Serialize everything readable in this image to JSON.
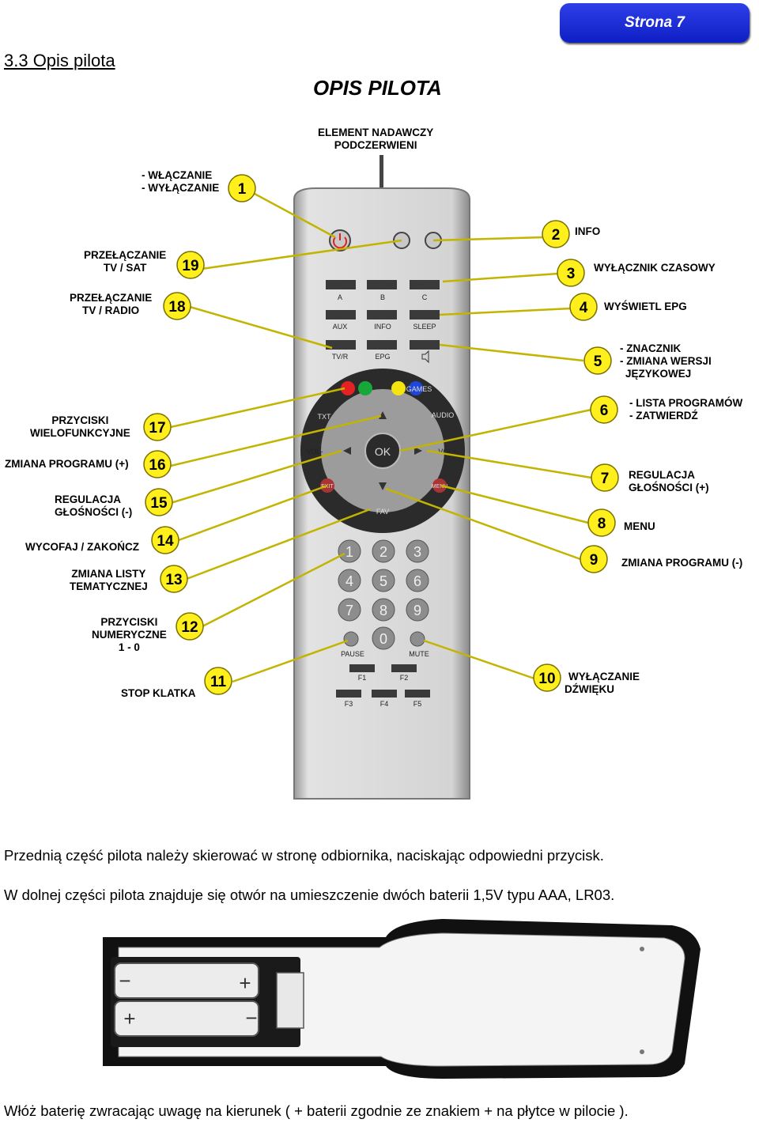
{
  "header": {
    "page": "Strona 7",
    "section": "3.3 Opis pilota",
    "title": "OPIS PILOTA"
  },
  "colors": {
    "badge": "#1a2ad8",
    "callout_fill": "#ffef1c",
    "lead": "#c2b400",
    "remote_body": "#d6d6d6",
    "dial": "#2b2b2b"
  },
  "labels": {
    "ir": [
      "ELEMENT NADAWCZY",
      "PODCZERWIENI"
    ],
    "power": [
      "- WŁĄCZANIE",
      "- WYŁĄCZANIE"
    ],
    "tvsat": [
      "PRZEŁĄCZANIE",
      "TV / SAT"
    ],
    "tvradio": [
      "PRZEŁĄCZANIE",
      "TV / RADIO"
    ],
    "multi": [
      "PRZYCISKI",
      "WIELOFUNKCYJNE"
    ],
    "progup": "ZMIANA PROGRAMU (+)",
    "voldown": [
      "REGULACJA",
      "GŁOŚNOŚCI (-)"
    ],
    "exit": "WYCOFAJ / ZAKOŃCZ",
    "theme": [
      "ZMIANA LISTY",
      "TEMATYCZNEJ"
    ],
    "numeric": [
      "PRZYCISKI",
      "NUMERYCZNE",
      "1 - 0"
    ],
    "stop": "STOP KLATKA",
    "info": "INFO",
    "sleep": "WYŁĄCZNIK CZASOWY",
    "epg": "WYŚWIETL EPG",
    "marker": [
      "- ZNACZNIK",
      "- ZMIANA WERSJI",
      "JĘZYKOWEJ"
    ],
    "list": [
      "- LISTA PROGRAMÓW",
      "- ZATWIERDŹ"
    ],
    "volup": [
      "REGULACJA",
      "GŁOŚNOŚCI (+)"
    ],
    "menu": "MENU",
    "progdown": "ZMIANA PROGRAMU (-)",
    "mute": [
      "WYŁĄCZANIE",
      "DŹWIĘKU"
    ]
  },
  "callouts": [
    "1",
    "2",
    "3",
    "4",
    "5",
    "6",
    "7",
    "8",
    "9",
    "10",
    "11",
    "12",
    "13",
    "14",
    "15",
    "16",
    "17",
    "18",
    "19"
  ],
  "remote": {
    "row_abc": [
      "A",
      "B",
      "C"
    ],
    "row_aux": [
      "AUX",
      "INFO",
      "SLEEP"
    ],
    "row_tv": [
      "TV/R",
      "EPG"
    ],
    "games": "GAMES",
    "txt": "TXT",
    "audio": "AUDIO",
    "volminus": "VOL-",
    "volplus": "VOL+",
    "ok": "OK",
    "exit": "EXIT",
    "menu": "MENU",
    "fav": "FAV",
    "keys": [
      "1",
      "2",
      "3",
      "4",
      "5",
      "6",
      "7",
      "8",
      "9",
      "0"
    ],
    "pause": "PAUSE",
    "mute": "MUTE",
    "f_top": [
      "F1",
      "F2"
    ],
    "f_bottom": [
      "F3",
      "F4",
      "F5"
    ]
  },
  "text": {
    "p1": "Przednią część pilota należy skierować w stronę odbiornika, naciskając odpowiedni przycisk.",
    "p2": "W dolnej części pilota znajduje się otwór na umieszczenie dwóch baterii 1,5V typu AAA, LR03.",
    "p3": "Włóż baterię zwracając uwagę na kierunek ( + baterii zgodnie ze znakiem + na płytce w pilocie )."
  },
  "battery": {
    "minus": "−",
    "plus": "+"
  }
}
